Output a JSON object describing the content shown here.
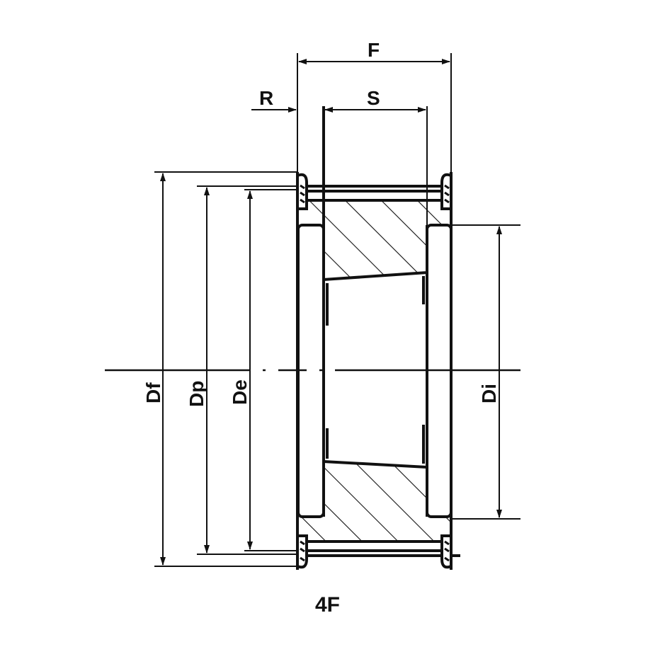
{
  "drawing": {
    "caption": "4F",
    "dimensions": {
      "F": "F",
      "S": "S",
      "R": "R",
      "Df": "Df",
      "Dp": "Dp",
      "De": "De",
      "Di": "Di"
    },
    "line_color": "#111111",
    "background": "#ffffff"
  }
}
